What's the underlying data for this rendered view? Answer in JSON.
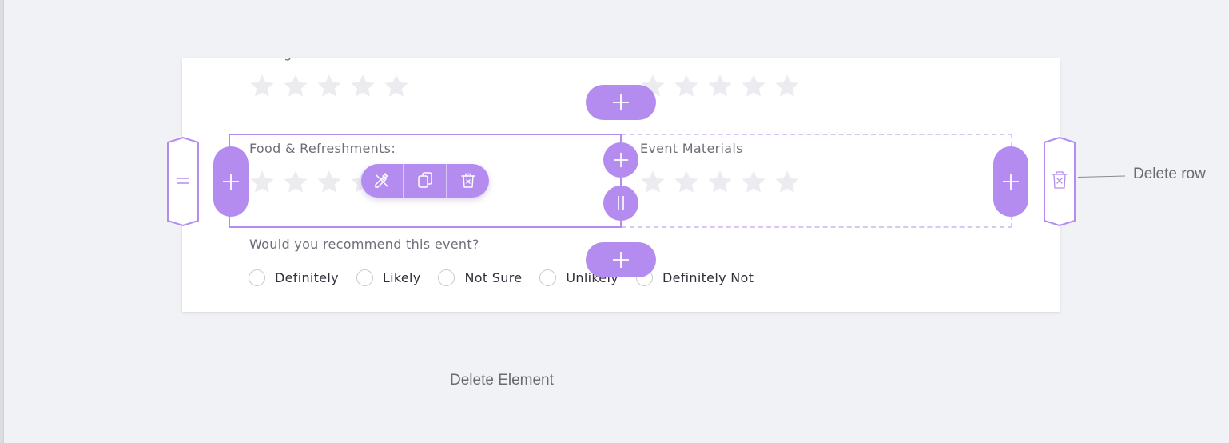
{
  "form": {
    "rows": [
      {
        "fields": [
          {
            "label": "",
            "rating_max": 5,
            "rating_value": 0
          },
          {
            "label": "",
            "rating_max": 5,
            "rating_value": 0
          }
        ]
      },
      {
        "fields": [
          {
            "label": "Food & Refreshments:",
            "rating_max": 5,
            "rating_value": 0
          },
          {
            "label": "Event Materials",
            "rating_max": 5,
            "rating_value": 0
          }
        ]
      }
    ],
    "recommend": {
      "question": "Would you recommend this event?",
      "options": [
        "Definitely",
        "Likely",
        "Not Sure",
        "Unlikely",
        "Definitely Not"
      ]
    }
  },
  "controls": {
    "add_icon": "plus-icon",
    "drag_icon": "drag-handle-icon",
    "column_resize_icon": "pause-icon",
    "edit_icon": "edit-icon",
    "copy_icon": "copy-icon",
    "delete_icon": "trash-icon"
  },
  "annotations": {
    "delete_element": "Delete Element",
    "delete_row": "Delete row"
  },
  "colors": {
    "accent": "#b48cf0",
    "accent_light": "#d9c6f6",
    "star": "#ececf0",
    "background": "#f1f2f6"
  }
}
